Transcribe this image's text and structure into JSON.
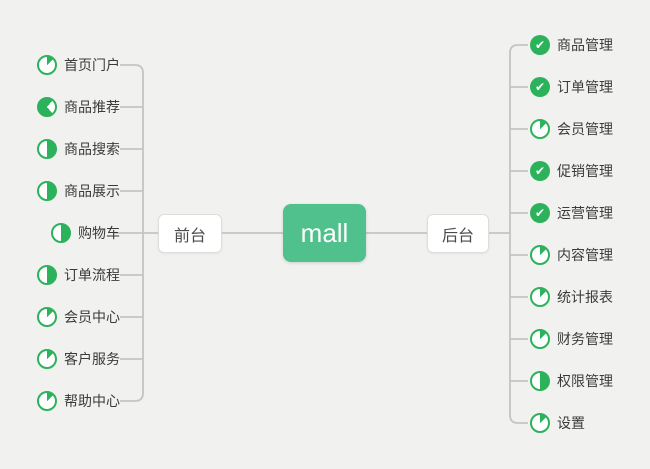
{
  "root": {
    "label": "mall"
  },
  "branches": {
    "left": {
      "label": "前台",
      "items": [
        {
          "label": "首页门户",
          "icon": "pie-eighth"
        },
        {
          "label": "商品推荐",
          "icon": "pie-partial"
        },
        {
          "label": "商品搜索",
          "icon": "pie-half"
        },
        {
          "label": "商品展示",
          "icon": "pie-half"
        },
        {
          "label": "购物车",
          "icon": "pie-half"
        },
        {
          "label": "订单流程",
          "icon": "pie-half"
        },
        {
          "label": "会员中心",
          "icon": "pie-eighth"
        },
        {
          "label": "客户服务",
          "icon": "pie-eighth"
        },
        {
          "label": "帮助中心",
          "icon": "pie-eighth"
        }
      ]
    },
    "right": {
      "label": "后台",
      "items": [
        {
          "label": "商品管理",
          "icon": "check"
        },
        {
          "label": "订单管理",
          "icon": "check"
        },
        {
          "label": "会员管理",
          "icon": "pie-eighth"
        },
        {
          "label": "促销管理",
          "icon": "check"
        },
        {
          "label": "运营管理",
          "icon": "check"
        },
        {
          "label": "内容管理",
          "icon": "pie-eighth"
        },
        {
          "label": "统计报表",
          "icon": "pie-eighth"
        },
        {
          "label": "财务管理",
          "icon": "pie-eighth"
        },
        {
          "label": "权限管理",
          "icon": "pie-half"
        },
        {
          "label": "设置",
          "icon": "pie-eighth"
        }
      ]
    }
  },
  "colors": {
    "background": "#f1f1ef",
    "root_node_green": "#50c08c",
    "icon_green": "#2db25c",
    "connector_gray": "#c4c4c4",
    "node_border": "#ddddda",
    "text_dark": "#3b3b3b"
  }
}
